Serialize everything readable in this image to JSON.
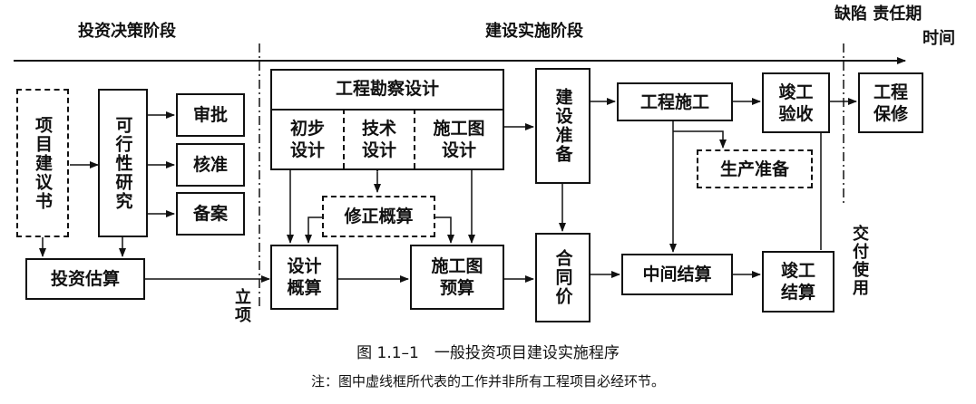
{
  "phases": {
    "decision": "投资决策阶段",
    "implementation": "建设实施阶段",
    "defect_period": "缺陷\n责任期",
    "time": "时间"
  },
  "boxes": {
    "proposal": "项目建议书",
    "feasibility": "可行性研究",
    "approve": "审批",
    "verify": "核准",
    "record": "备案",
    "estimate": "投资估算",
    "survey_design": "工程勘察设计",
    "prelim_design": "初步\n设计",
    "tech_design": "技术\n设计",
    "construction_drawing": "施工图\n设计",
    "revised_budget": "修正概算",
    "design_budget": "设计\n概算",
    "drawing_budget": "施工图\n预算",
    "prep": "建设准备",
    "contract_price": "合同价",
    "construction": "工程施工",
    "production_prep": "生产准备",
    "interim_settlement": "中间结算",
    "completion_acceptance": "竣工\n验收",
    "completion_settlement": "竣工\n结算",
    "warranty": "工程\n保修"
  },
  "labels": {
    "project_approval": "立项",
    "delivery": "交付使用"
  },
  "caption": "图 1.1–1　一般投资项目建设实施程序",
  "note": "注：图中虚线框所代表的工作并非所有工程项目必经环节。"
}
